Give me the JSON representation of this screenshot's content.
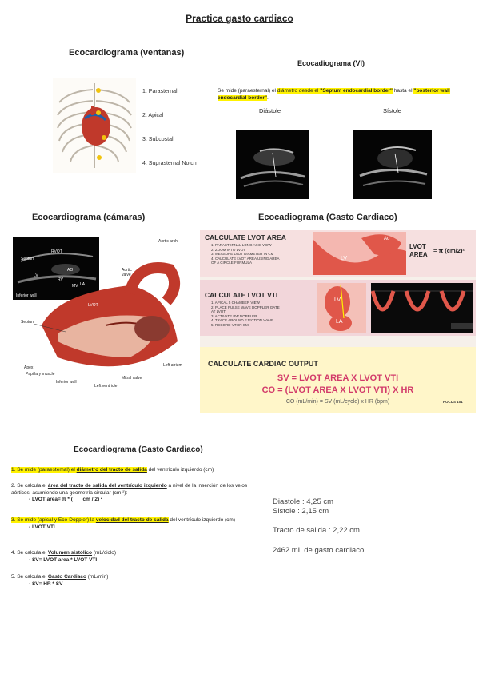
{
  "page_title": "Practica gasto cardiaco",
  "ventanas": {
    "heading": "Ecocardiograma (ventanas)",
    "items": [
      "1. Parasternal",
      "2. Apical",
      "3. Subcostal",
      "4. Suprasternal Notch"
    ]
  },
  "vi": {
    "heading": "Ecocadiograma (VI)",
    "sentence_a": "Se mide (paraesternal) el ",
    "sentence_b": "diámetro desde el ",
    "sentence_c": "\"Septum endocardial border\"",
    "sentence_d": " hasta el ",
    "sentence_e": "\"posterior wall endocardial border\"",
    "sentence_f": ".",
    "diastole_label": "Diástole",
    "sistole_label": "Sístole"
  },
  "camaras": {
    "heading": "Ecocardiograma (cámaras)",
    "labels": {
      "rvot": "RVOT",
      "septum_top": "Septum",
      "lv": "LV",
      "ao": "AO",
      "rv": "RV",
      "la": "LA",
      "mv": "MV",
      "inferior_wall_top": "Inferior wall",
      "aortic_arch": "Aortic arch",
      "aortic_valve": "Aortic valve",
      "lvot": "LVOT",
      "septum": "Septum",
      "apex": "Apex",
      "papillary": "Papillary muscle",
      "inferior_wall": "Inferior wall",
      "left_ventricle": "Left ventricle",
      "mitral_valve": "Mitral valve",
      "left_atrium": "Left atrium"
    }
  },
  "gasto_poster": {
    "heading": "Ecocadiograma (Gasto Cardiaco)",
    "area_title": "CALCULATE LVOT AREA",
    "area_steps": [
      "1.  PARASTERNAL LONG AXIS VIEW",
      "2.  ZOOM INTO LVOT",
      "3.  MEASURE LVOT DIAMETER IN CM",
      "4.  CALCULATE LVOT AREA USING AREA",
      "     OF A CIRCLE FORMULA"
    ],
    "area_lv": "LV",
    "area_ao": "Ao",
    "lvot_label_1": "LVOT",
    "lvot_label_2": "AREA",
    "lvot_formula": "= π (cm/2)²",
    "vti_title": "CALCULATE LVOT VTI",
    "vti_steps": [
      "1.  APICAL 5 CHAMBER VIEW",
      "2.  PLACE PULSE WAVE DOPPLER GATE",
      "     AT LVOT",
      "3.  ACTIVATE PW DOPPLER",
      "4.  TRACE AROUND EJECTION WAVE",
      "5.  RECORD VTI IN CM"
    ],
    "vti_lv": "LV",
    "vti_la": "LA",
    "co_title": "CALCULATE CARDIAC OUTPUT",
    "formula_1": "SV = LVOT AREA X LVOT VTI",
    "formula_2": "CO = (LVOT AREA X LVOT VTI) X HR",
    "formula_3": "CO (mL/min) = SV (mL/cycle) x HR (bpm)",
    "brand": "POCUS 101"
  },
  "steps": {
    "heading": "Ecocardiograma (Gasto Cardiaco)",
    "s1_a": "1. Se mide (paraestemal) el ",
    "s1_b": "diámetro del tracto de salida",
    "s1_c": " del ventrículo izquierdo (cm)",
    "s2_a": "2. Se calcula el ",
    "s2_b": "área del tracto de salida del ventrículo izquierdo",
    "s2_c": " a nivel de la inserción de los velos aórticos, asumiendo una geometría circular (cm ²):",
    "s2_d": "- LVOT area= π * ( ___cm / 2) ²",
    "s3_a": "3. Se mide (apical y Eco-Doppler) la ",
    "s3_b": "velocidad del tracto de salida",
    "s3_c": " del ventrículo izquierdo (cm)",
    "s3_d": "- LVOT VTI",
    "s4_a": "4. Se calcula el ",
    "s4_b": "Volumen sistólico",
    "s4_c": " (mL/ciclo)",
    "s4_d": "- SV= LVOT area * LVOT VTI",
    "s5_a": "5. Se calcula el ",
    "s5_b": "Gasto Cardiaco",
    "s5_c": " (mL/min)",
    "s5_d": "- SV= HR * SV"
  },
  "results": {
    "diastole": "Diastole : 4,25 cm",
    "sistole": "Sistole : 2,15 cm",
    "tracto": "Tracto de salida : 2,22 cm",
    "gasto": "2462  mL de gasto cardiaco"
  },
  "colors": {
    "highlight": "#fff200",
    "accent_pink": "#d23a6a",
    "panel_pink": "#f2d6da",
    "panel_yellow": "#fff6c9"
  }
}
